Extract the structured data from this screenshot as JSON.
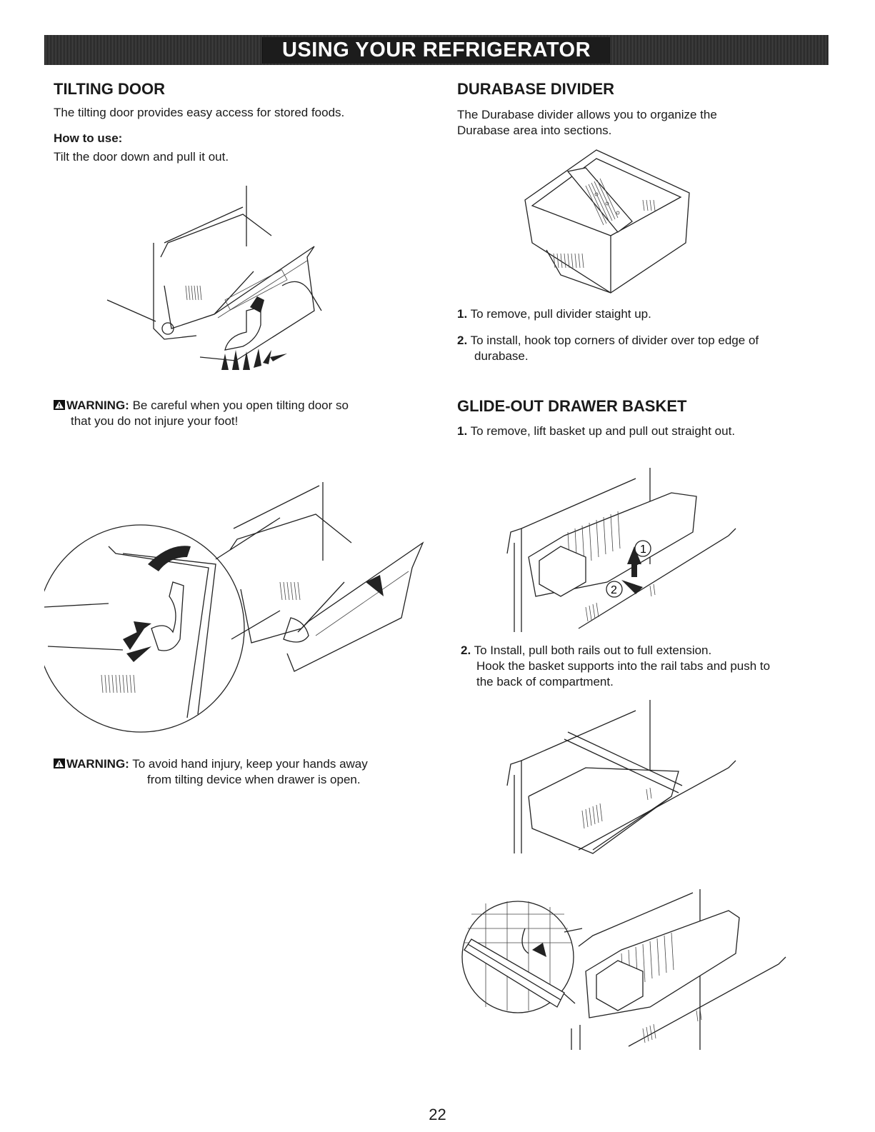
{
  "banner": "USING YOUR REFRIGERATOR",
  "tilting": {
    "title": "TILTING DOOR",
    "intro": "The tilting door provides easy access for stored foods.",
    "howto_label": "How to use:",
    "howto_text": "Tilt the door down and pull it out.",
    "warning1_label": "WARNING:",
    "warning1_text": "Be careful when you open tilting door so",
    "warning1_text2": "that you do not injure your foot!",
    "warning2_label": "WARNING:",
    "warning2_text": "To avoid hand injury, keep your hands away",
    "warning2_text2": "from tilting device when drawer is open."
  },
  "durabase": {
    "title": "DURABASE DIVIDER",
    "intro1": "The Durabase divider allows you to organize the",
    "intro2": "Durabase area into sections.",
    "step1_num": "1.",
    "step1": "To remove, pull divider staight up.",
    "step2_num": "2.",
    "step2a": "To install, hook top corners of divider over top edge of",
    "step2b": "durabase."
  },
  "glide": {
    "title": "GLIDE-OUT DRAWER BASKET",
    "step1_num": "1.",
    "step1": "To remove, lift basket up and pull out straight out.",
    "step2_num": "2.",
    "step2a": "To Install, pull both rails out to full extension.",
    "step2b": "Hook the basket supports into the rail tabs and push to",
    "step2c": "the back of compartment.",
    "callout1": "1",
    "callout2": "2"
  },
  "page_number": "22",
  "icons": {
    "warning": "warning-triangle-icon"
  }
}
